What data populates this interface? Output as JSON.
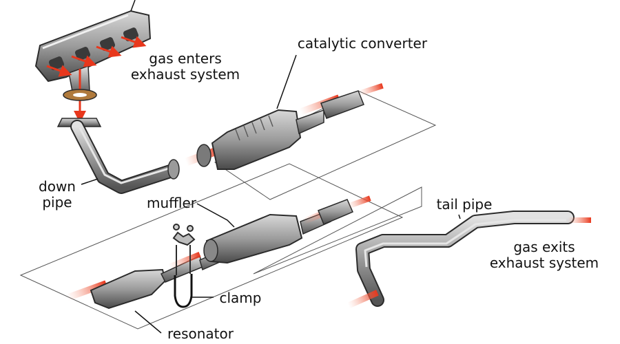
{
  "labels": {
    "gas_enters": "gas enters\nexhaust system",
    "catalytic_converter": "catalytic converter",
    "down_pipe": "down\npipe",
    "muffler": "muffler",
    "tail_pipe": "tail pipe",
    "gas_exits": "gas exits\nexhaust system",
    "clamp": "clamp",
    "resonator": "resonator"
  },
  "colors": {
    "pipe_dark": "#5a5a5a",
    "pipe_mid": "#9a9a9a",
    "pipe_light": "#d6d6d6",
    "gas_flow": "#e8371c",
    "gas_glow": "#f7a58c",
    "gasket": "#b07a3c",
    "outline": "#2b2b2b"
  },
  "icons": [
    "exhaust-manifold-icon",
    "flow-arrow-icon",
    "gasket-icon",
    "hanger-bracket-icon",
    "u-bolt-clamp-icon"
  ]
}
